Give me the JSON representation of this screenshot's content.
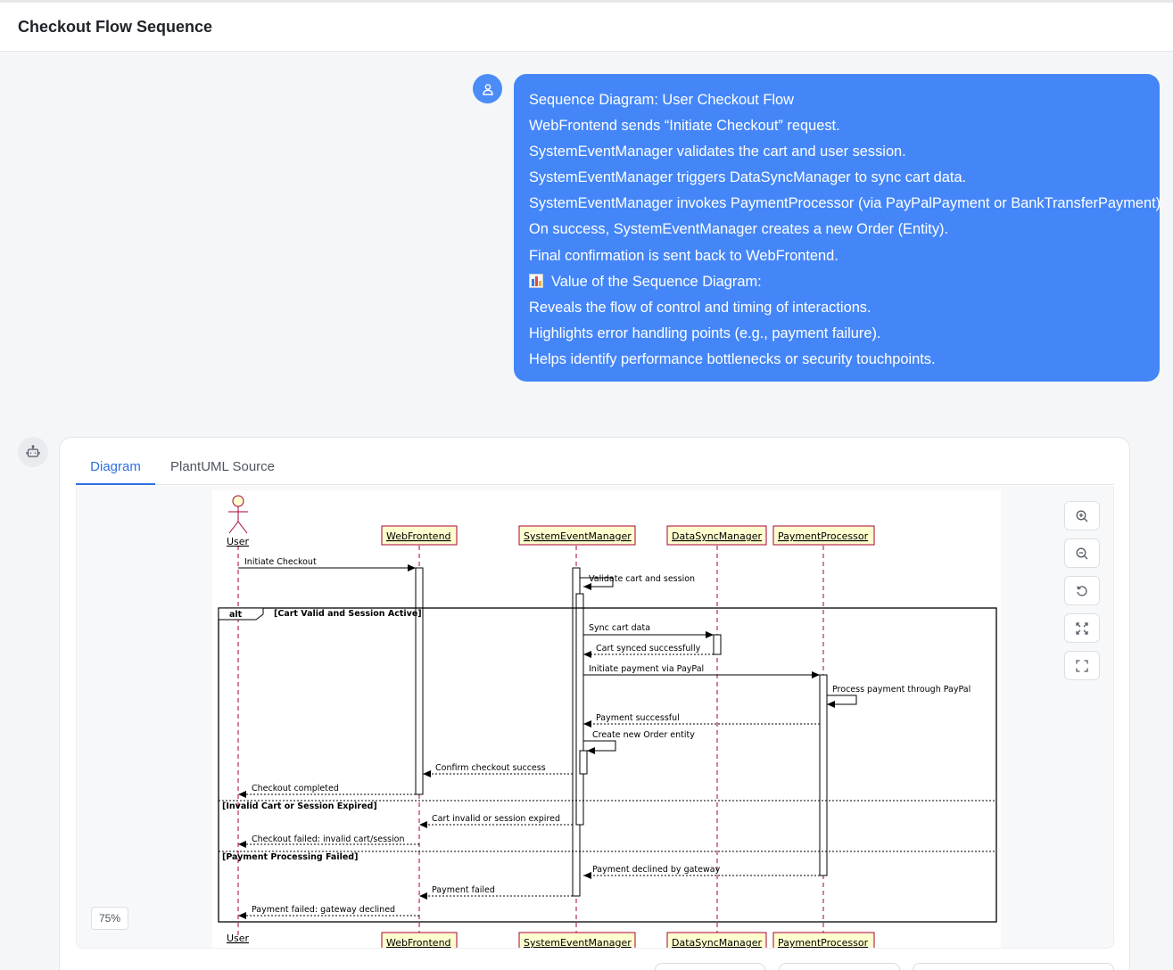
{
  "header": {
    "title": "Checkout Flow Sequence"
  },
  "user_message": {
    "lines": [
      "Sequence Diagram: User Checkout Flow",
      "WebFrontend sends “Initiate Checkout” request.",
      "SystemEventManager validates the cart and user session.",
      "SystemEventManager triggers DataSyncManager to sync cart data.",
      "SystemEventManager invokes PaymentProcessor (via PayPalPayment or BankTransferPayment).",
      "On success, SystemEventManager creates a new Order (Entity).",
      "Final confirmation is sent back to WebFrontend."
    ],
    "value_heading": "Value of the Sequence Diagram:",
    "value_lines": [
      "Reveals the flow of control and timing of interactions.",
      "Highlights error handling points (e.g., payment failure).",
      "Helps identify performance bottlenecks or security touchpoints."
    ]
  },
  "tabs": [
    {
      "label": "Diagram",
      "active": true
    },
    {
      "label": "PlantUML Source",
      "active": false
    }
  ],
  "zoom_level": "75%",
  "controls": [
    "zoom-in-icon",
    "zoom-out-icon",
    "reset-icon",
    "fit-icon",
    "fullscreen-icon"
  ],
  "diagram": {
    "participants": [
      "User",
      "WebFrontend",
      "SystemEventManager",
      "DataSyncManager",
      "PaymentProcessor"
    ],
    "alt": {
      "keyword": "alt",
      "guard1": "[Cart Valid and Session Active]",
      "guard2": "[Invalid Cart or Session Expired]",
      "guard3": "[Payment Processing Failed]"
    },
    "messages": [
      "Initiate Checkout",
      "Validate cart and session",
      "Sync cart data",
      "Cart synced successfully",
      "Initiate payment via PayPal",
      "Process payment through PayPal",
      "Payment successful",
      "Create new Order entity",
      "Confirm checkout success",
      "Checkout completed",
      "Cart invalid or session expired",
      "Checkout failed: invalid cart/session",
      "Payment declined by gateway",
      "Payment failed",
      "Payment failed: gateway declined"
    ]
  },
  "colors": {
    "accent": "#2f6fe0",
    "bubble": "#4486f8",
    "actor": "#a80036",
    "participant_fill": "#fefece"
  }
}
